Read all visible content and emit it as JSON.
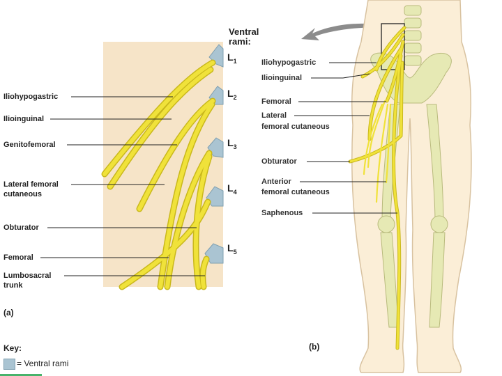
{
  "panel_a": {
    "header_line1": "Ventral",
    "header_line2": "rami:",
    "roots": [
      {
        "letter": "L",
        "num": "1"
      },
      {
        "letter": "L",
        "num": "2"
      },
      {
        "letter": "L",
        "num": "3"
      },
      {
        "letter": "L",
        "num": "4"
      },
      {
        "letter": "L",
        "num": "5"
      }
    ],
    "labels": {
      "iliohypogastric": "Iliohypogastric",
      "ilioinguinal": "Ilioinguinal",
      "genitofemoral": "Genitofemoral",
      "lateral_femoral_1": "Lateral femoral",
      "lateral_femoral_2": "cutaneous",
      "obturator": "Obturator",
      "femoral": "Femoral",
      "lumbosacral_1": "Lumbosacral",
      "lumbosacral_2": "trunk"
    },
    "panel_letter": "(a)"
  },
  "panel_b": {
    "labels": {
      "iliohypogastric": "Iliohypogastric",
      "ilioinguinal": "Ilioinguinal",
      "femoral": "Femoral",
      "lateral_1": "Lateral",
      "lateral_2": "femoral cutaneous",
      "obturator": "Obturator",
      "anterior_1": "Anterior",
      "anterior_2": "femoral cutaneous",
      "saphenous": "Saphenous"
    },
    "panel_letter": "(b)"
  },
  "key": {
    "title": "Key:",
    "ventral_rami": "= Ventral rami"
  },
  "colors": {
    "nerve": "#f0e23a",
    "nerve_edge": "#c9b81c",
    "panel_bg": "#f6e4c8",
    "ventral_rami": "#aac4d2",
    "skin": "#fbeed7",
    "skin_edge": "#d8c2a0",
    "bone": "#e6e9b4"
  }
}
